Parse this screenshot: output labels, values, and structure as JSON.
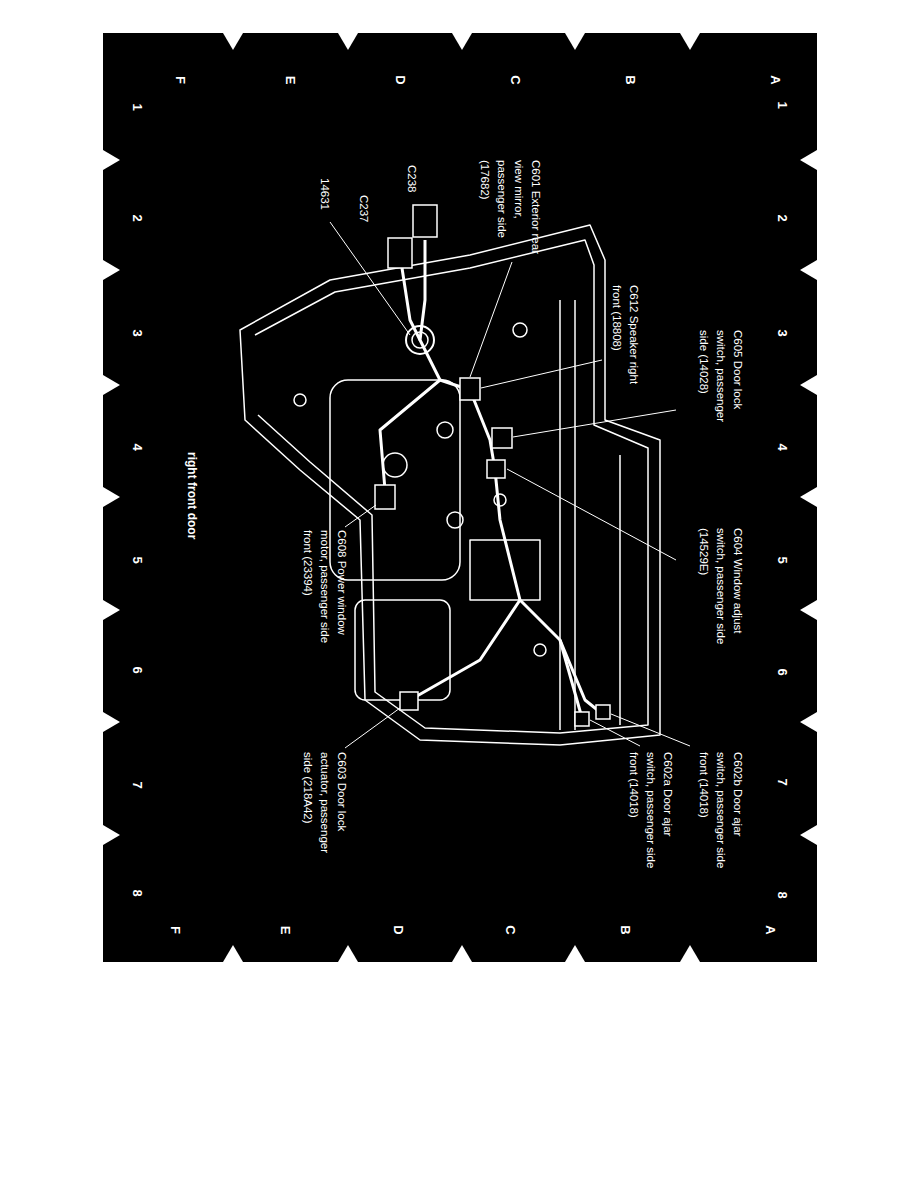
{
  "diagram": {
    "caption": "right front door",
    "labels": [
      "A",
      "B",
      "C",
      "D",
      "E",
      "F",
      "A",
      "B",
      "C",
      "D",
      "E",
      "F",
      "1",
      "2",
      "3",
      "4",
      "5",
      "6",
      "7",
      "8",
      "1",
      "2",
      "3",
      "4",
      "5",
      "6",
      "7",
      "8",
      "C605 Door lock switch, passenger side (14028)",
      "C604 Window adjust switch, passenger side (14529E)",
      "C602b Door ajar switch, passenger side front (14018)",
      "C602a Door ajar switch, passenger side front (14018)",
      "C603 Door lock actuator, passenger side (218A42)",
      "C608 Power window motor, passenger side front (23394)",
      "C612 Speaker right front (18808)",
      "C601 Exterior rear view mirror, passenger side (17682)",
      "C238",
      "C237",
      "14631"
    ]
  }
}
